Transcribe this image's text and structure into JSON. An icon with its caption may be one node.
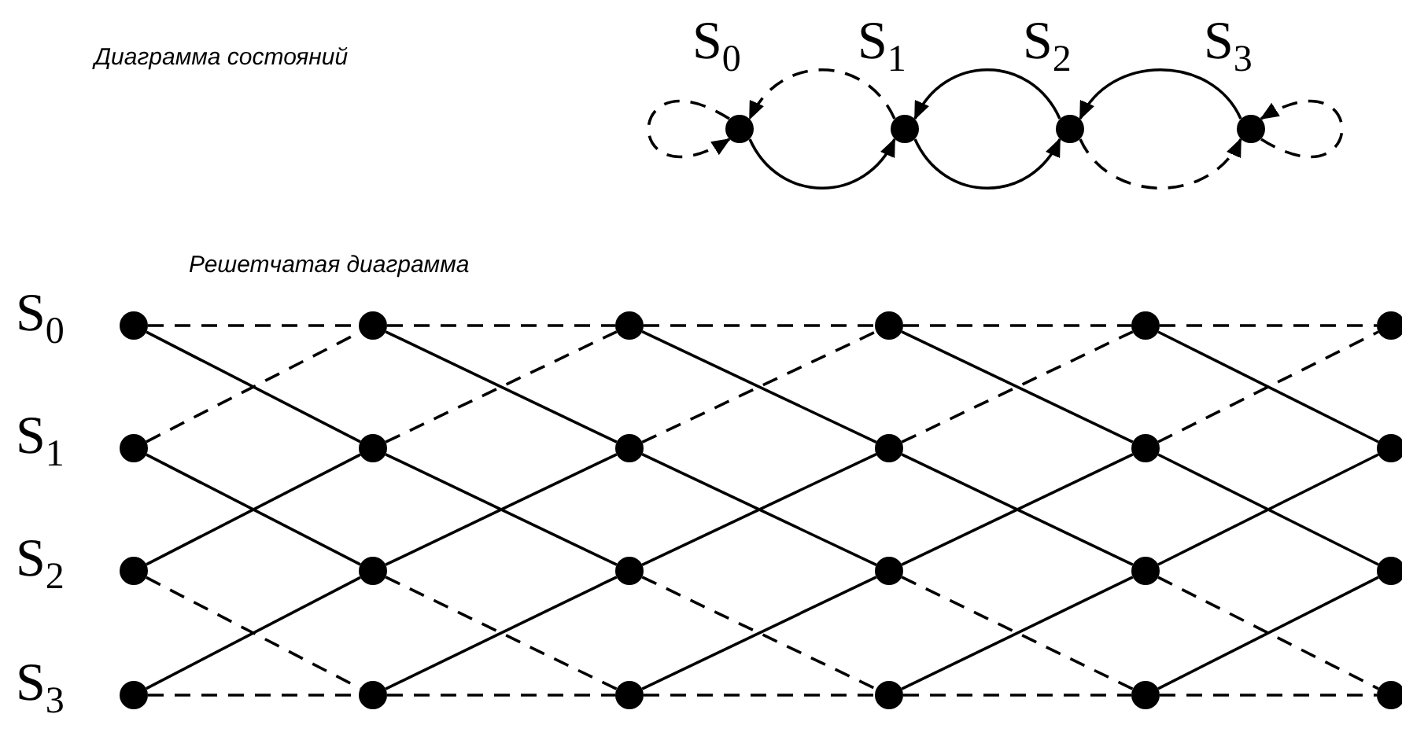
{
  "diagram": {
    "nodes": [
      {
        "text": [],
        "shape": "circle",
        "beside": [
          "S$_{0}$"
        ]
      },
      {
        "text": [],
        "shape": "circle",
        "beside": [
          "S$_{1}$"
        ]
      },
      {
        "text": [],
        "shape": "circle",
        "beside": [
          "S$_{2}$"
        ]
      },
      {
        "text": [],
        "shape": "circle",
        "beside": [
          "S$_{3}$"
        ]
      },
      {
        "text": [],
        "shape": "circle",
        "beside": [
          "S$_{0}$"
        ]
      },
      {
        "text": [],
        "shape": "circle"
      },
      {
        "text": [],
        "shape": "circle"
      },
      {
        "text": [],
        "shape": "circle"
      },
      {
        "text": [],
        "shape": "circle"
      },
      {
        "text": [],
        "shape": "circle"
      },
      {
        "text": [],
        "shape": "circle",
        "beside": [
          "S$_{1}$"
        ]
      },
      {
        "text": [],
        "shape": "circle"
      },
      {
        "text": [],
        "shape": "circle"
      },
      {
        "text": [],
        "shape": "circle"
      },
      {
        "text": [],
        "shape": "circle"
      },
      {
        "text": [],
        "shape": "circle"
      },
      {
        "text": [],
        "shape": "circle",
        "beside": [
          "S$_{2}$"
        ]
      },
      {
        "text": [],
        "shape": "circle"
      },
      {
        "text": [],
        "shape": "circle"
      },
      {
        "text": [],
        "shape": "circle"
      },
      {
        "text": [],
        "shape": "circle"
      },
      {
        "text": [],
        "shape": "circle"
      },
      {
        "text": [],
        "shape": "circle",
        "beside": [
          "S$_{3}$"
        ]
      },
      {
        "text": [],
        "shape": "circle"
      },
      {
        "text": [],
        "shape": "circle"
      },
      {
        "text": [],
        "shape": "circle"
      },
      {
        "text": [],
        "shape": "circle"
      },
      {
        "text": [],
        "shape": "circle"
      }
    ],
    "edges": [
      {
        "from": 0,
        "to": 0,
        "arrow": "to",
        "style": "dashed"
      },
      {
        "from": 0,
        "to": 1,
        "arrow": "to"
      },
      {
        "from": 1,
        "to": 0,
        "arrow": "to",
        "style": "dashed"
      },
      {
        "from": 2,
        "to": 1,
        "arrow": "to"
      },
      {
        "from": 1,
        "to": 2,
        "arrow": "to"
      },
      {
        "from": 3,
        "to": 2,
        "arrow": "to"
      },
      {
        "from": 2,
        "to": 3,
        "arrow": "to",
        "style": "dashed"
      },
      {
        "from": 3,
        "to": 3,
        "arrow": "to",
        "style": "dashed"
      },
      {
        "from": 4,
        "to": 5,
        "arrow": "none",
        "style": "dashed"
      },
      {
        "from": 4,
        "to": 11,
        "arrow": "none"
      },
      {
        "from": 10,
        "to": 5,
        "arrow": "none",
        "style": "dashed"
      },
      {
        "from": 10,
        "to": 17,
        "arrow": "none"
      },
      {
        "from": 16,
        "to": 11,
        "arrow": "none"
      },
      {
        "from": 16,
        "to": 23,
        "arrow": "none",
        "style": "dashed"
      },
      {
        "from": 22,
        "to": 17,
        "arrow": "none"
      },
      {
        "from": 22,
        "to": 23,
        "arrow": "none",
        "style": "dashed"
      },
      {
        "from": 5,
        "to": 6,
        "arrow": "none",
        "style": "dashed"
      },
      {
        "from": 5,
        "to": 12,
        "arrow": "none"
      },
      {
        "from": 11,
        "to": 6,
        "arrow": "none",
        "style": "dashed"
      },
      {
        "from": 11,
        "to": 18,
        "arrow": "none"
      },
      {
        "from": 17,
        "to": 12,
        "arrow": "none"
      },
      {
        "from": 17,
        "to": 24,
        "arrow": "none",
        "style": "dashed"
      },
      {
        "from": 23,
        "to": 18,
        "arrow": "none"
      },
      {
        "from": 23,
        "to": 24,
        "arrow": "none",
        "style": "dashed"
      },
      {
        "from": 6,
        "to": 7,
        "arrow": "none",
        "style": "dashed"
      },
      {
        "from": 6,
        "to": 13,
        "arrow": "none"
      },
      {
        "from": 12,
        "to": 7,
        "arrow": "none",
        "style": "dashed"
      },
      {
        "from": 12,
        "to": 19,
        "arrow": "none"
      },
      {
        "from": 18,
        "to": 13,
        "arrow": "none"
      },
      {
        "from": 18,
        "to": 25,
        "arrow": "none",
        "style": "dashed"
      },
      {
        "from": 24,
        "to": 19,
        "arrow": "none"
      },
      {
        "from": 24,
        "to": 25,
        "arrow": "none",
        "style": "dashed"
      },
      {
        "from": 7,
        "to": 8,
        "arrow": "none",
        "style": "dashed"
      },
      {
        "from": 7,
        "to": 14,
        "arrow": "none"
      },
      {
        "from": 13,
        "to": 8,
        "arrow": "none",
        "style": "dashed"
      },
      {
        "from": 13,
        "to": 20,
        "arrow": "none"
      },
      {
        "from": 19,
        "to": 14,
        "arrow": "none"
      },
      {
        "from": 19,
        "to": 26,
        "arrow": "none",
        "style": "dashed"
      },
      {
        "from": 25,
        "to": 20,
        "arrow": "none"
      },
      {
        "from": 25,
        "to": 26,
        "arrow": "none",
        "style": "dashed"
      },
      {
        "from": 8,
        "to": 9,
        "arrow": "none",
        "style": "dashed"
      },
      {
        "from": 8,
        "to": 15,
        "arrow": "none"
      },
      {
        "from": 14,
        "to": 9,
        "arrow": "none",
        "style": "dashed"
      },
      {
        "from": 14,
        "to": 21,
        "arrow": "none"
      },
      {
        "from": 20,
        "to": 15,
        "arrow": "none"
      },
      {
        "from": 20,
        "to": 27,
        "arrow": "none",
        "style": "dashed"
      },
      {
        "from": 26,
        "to": 21,
        "arrow": "none"
      },
      {
        "from": 26,
        "to": 27,
        "arrow": "none",
        "style": "dashed"
      }
    ],
    "labels": [
      "Диаграмма состояний",
      "Решетчатая диаграмма"
    ]
  }
}
